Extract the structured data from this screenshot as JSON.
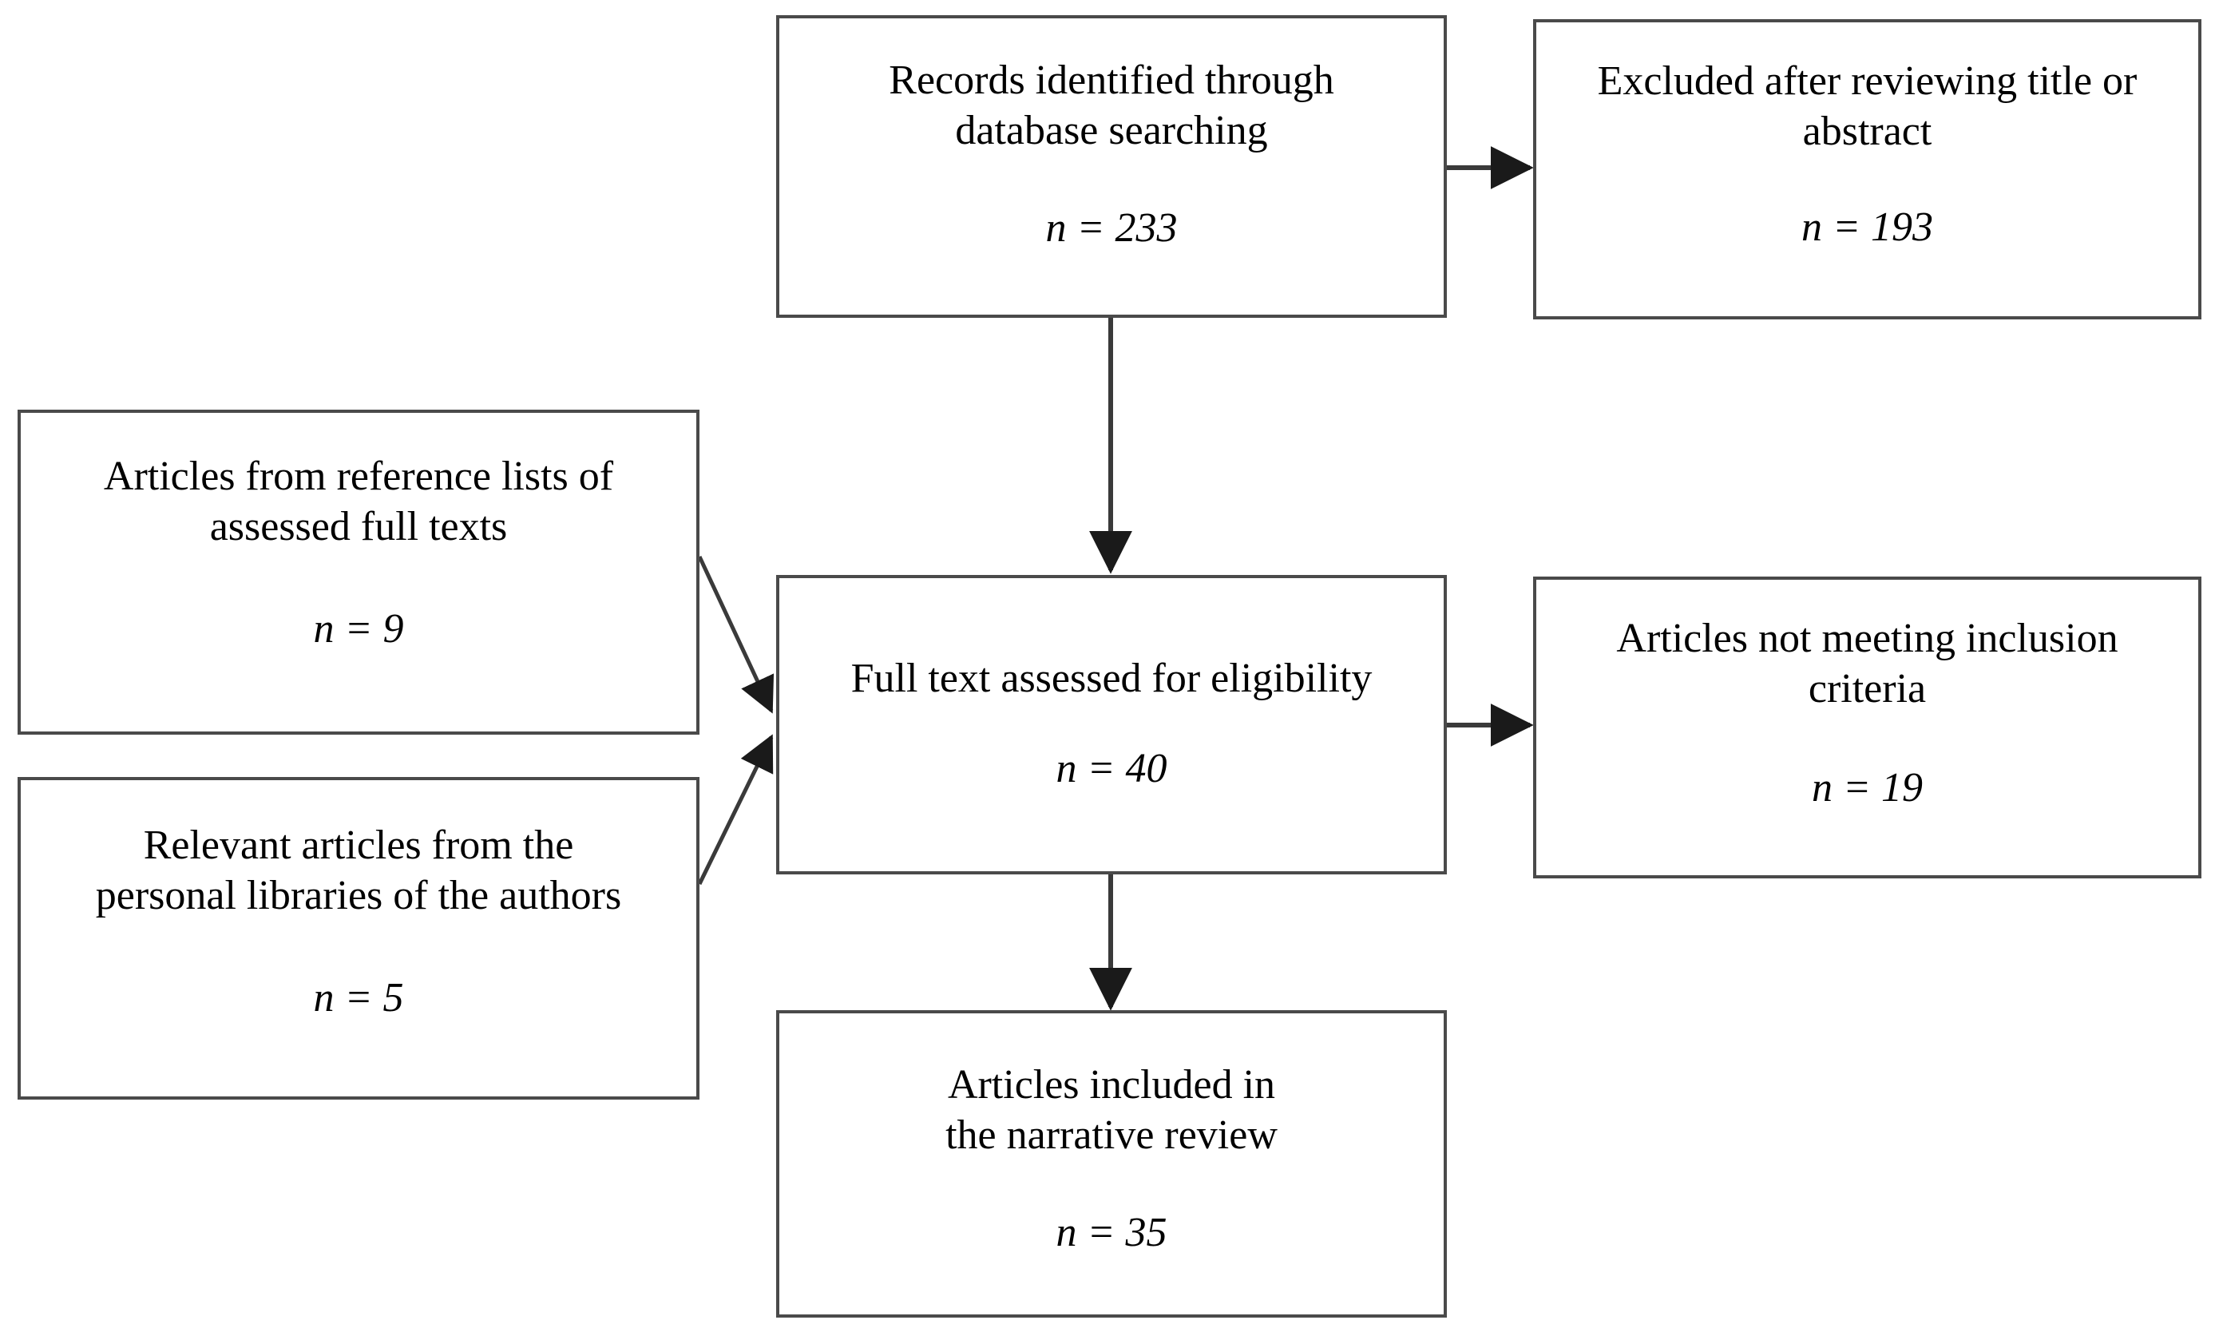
{
  "diagram": {
    "kind": "prisma-flow-diagram",
    "nodes": {
      "records_identified": {
        "title": "Records identified through\ndatabase searching",
        "count": "n = 233"
      },
      "excluded_title_abstract": {
        "title": "Excluded after reviewing title or\nabstract",
        "count": "n = 193"
      },
      "reference_lists": {
        "title": "Articles from reference lists of\nassessed full texts",
        "count": "n = 9"
      },
      "personal_libraries": {
        "title": "Relevant articles from the\npersonal libraries of the authors",
        "count": "n = 5"
      },
      "full_text_assessed": {
        "title": "Full text assessed for eligibility",
        "count": "n = 40"
      },
      "not_meeting_criteria": {
        "title": "Articles not meeting inclusion\ncriteria",
        "count": "n = 19"
      },
      "included_narrative": {
        "title": "Articles included in\nthe narrative review",
        "count": "n = 35"
      }
    },
    "edges": [
      {
        "name": "records-to-excluded",
        "from": "records_identified",
        "to": "excluded_title_abstract",
        "style": "straight-horizontal-arrow"
      },
      {
        "name": "records-to-fulltext",
        "from": "records_identified",
        "to": "full_text_assessed",
        "style": "straight-vertical-arrow"
      },
      {
        "name": "reference-lists-to-fulltext",
        "from": "reference_lists",
        "to": "full_text_assessed",
        "style": "diagonal-arrow"
      },
      {
        "name": "personal-libraries-to-fulltext",
        "from": "personal_libraries",
        "to": "full_text_assessed",
        "style": "diagonal-arrow"
      },
      {
        "name": "fulltext-to-not-meeting",
        "from": "full_text_assessed",
        "to": "not_meeting_criteria",
        "style": "straight-horizontal-arrow"
      },
      {
        "name": "fulltext-to-included",
        "from": "full_text_assessed",
        "to": "included_narrative",
        "style": "straight-vertical-arrow"
      }
    ],
    "colors": {
      "box_border": "#4a4a4a",
      "edge_line": "#3a3a3a",
      "text": "#000000",
      "background": "#ffffff"
    }
  }
}
